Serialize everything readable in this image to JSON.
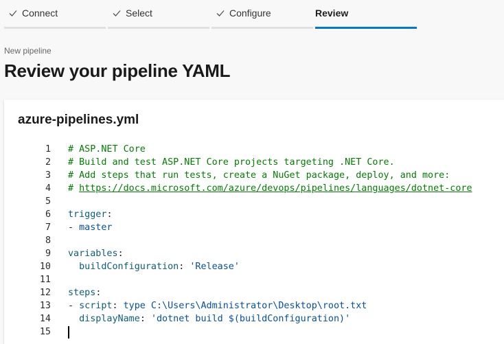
{
  "stepper": {
    "steps": [
      {
        "label": "Connect",
        "done": true
      },
      {
        "label": "Select",
        "done": true
      },
      {
        "label": "Configure",
        "done": true
      },
      {
        "label": "Review",
        "done": false,
        "active": true
      }
    ],
    "accent": "#0078d4"
  },
  "header": {
    "subtitle": "New pipeline",
    "title": "Review your pipeline YAML"
  },
  "file": {
    "name": "azure-pipelines.yml",
    "lines": [
      {
        "n": "1",
        "parts": [
          {
            "t": "# ASP.NET Core",
            "c": "c-comment"
          }
        ]
      },
      {
        "n": "2",
        "parts": [
          {
            "t": "# Build and test ASP.NET Core projects targeting .NET Core.",
            "c": "c-comment"
          }
        ]
      },
      {
        "n": "3",
        "parts": [
          {
            "t": "# Add steps that run tests, create a NuGet package, deploy, and more:",
            "c": "c-comment"
          }
        ]
      },
      {
        "n": "4",
        "parts": [
          {
            "t": "# ",
            "c": "c-comment"
          },
          {
            "t": "https://docs.microsoft.com/azure/devops/pipelines/languages/dotnet-core",
            "c": "c-link"
          }
        ]
      },
      {
        "n": "5",
        "parts": []
      },
      {
        "n": "6",
        "parts": [
          {
            "t": "trigger",
            "c": "c-key"
          },
          {
            "t": ":",
            "c": "c-punc"
          }
        ]
      },
      {
        "n": "7",
        "parts": [
          {
            "t": "- ",
            "c": "c-punc"
          },
          {
            "t": "master",
            "c": "c-val"
          }
        ]
      },
      {
        "n": "8",
        "parts": []
      },
      {
        "n": "9",
        "parts": [
          {
            "t": "variables",
            "c": "c-key"
          },
          {
            "t": ":",
            "c": "c-punc"
          }
        ]
      },
      {
        "n": "10",
        "parts": [
          {
            "t": "  buildConfiguration",
            "c": "c-key"
          },
          {
            "t": ": ",
            "c": "c-punc"
          },
          {
            "t": "'Release'",
            "c": "c-str"
          }
        ]
      },
      {
        "n": "11",
        "parts": []
      },
      {
        "n": "12",
        "parts": [
          {
            "t": "steps",
            "c": "c-key"
          },
          {
            "t": ":",
            "c": "c-punc"
          }
        ]
      },
      {
        "n": "13",
        "parts": [
          {
            "t": "- ",
            "c": "c-punc"
          },
          {
            "t": "script",
            "c": "c-key"
          },
          {
            "t": ": ",
            "c": "c-punc"
          },
          {
            "t": "type C:\\Users\\Administrator\\Desktop\\root.txt",
            "c": "c-val"
          }
        ]
      },
      {
        "n": "14",
        "parts": [
          {
            "t": "  displayName",
            "c": "c-key"
          },
          {
            "t": ": ",
            "c": "c-punc"
          },
          {
            "t": "'dotnet build $(buildConfiguration)'",
            "c": "c-str"
          }
        ]
      },
      {
        "n": "15",
        "parts": [],
        "cursor": true
      }
    ]
  }
}
